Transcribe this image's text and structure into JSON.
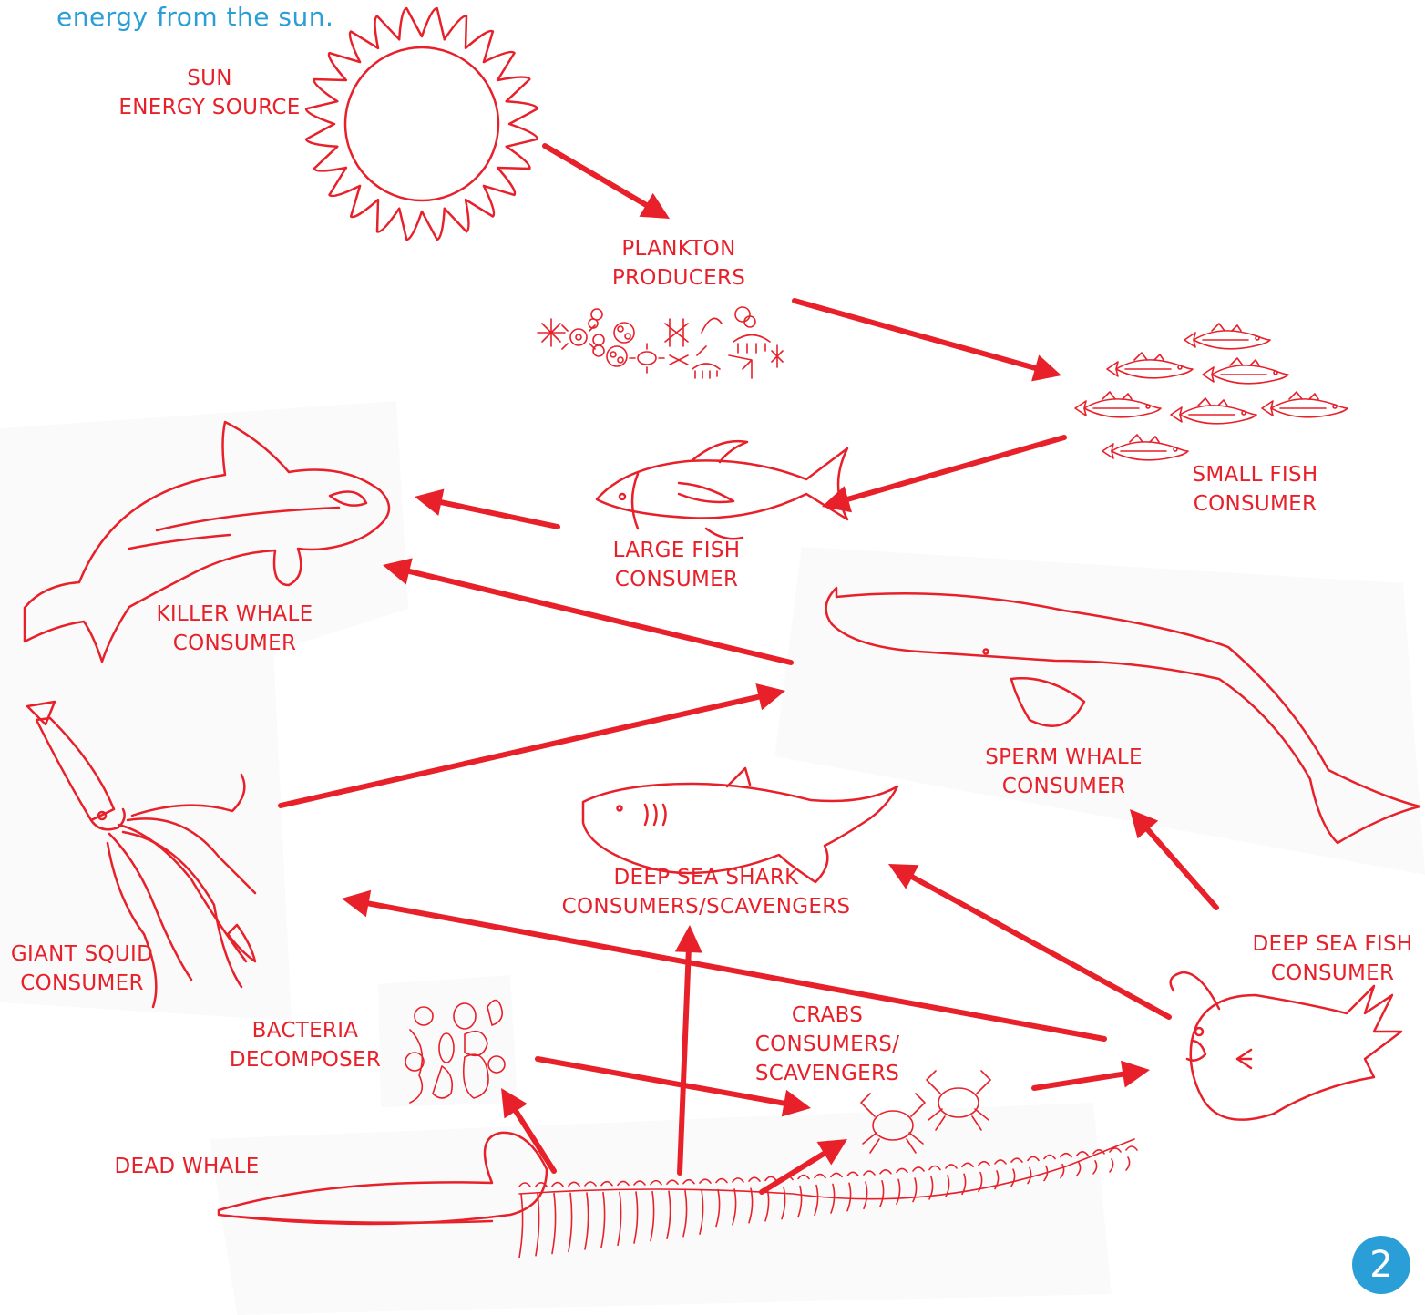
{
  "intro_text": "energy from the sun.",
  "colors": {
    "accent_red": "#e8202a",
    "intro_blue": "#2a9ed6",
    "background": "#ffffff"
  },
  "nodes": {
    "sun": {
      "line1": "SUN",
      "line2": "ENERGY SOURCE",
      "icon": "sun-icon"
    },
    "plankton": {
      "line1": "PLANKTON",
      "line2": "PRODUCERS",
      "icon": "plankton-icon"
    },
    "small_fish": {
      "line1": "SMALL FISH",
      "line2": "CONSUMER",
      "icon": "small-fish-school-icon"
    },
    "large_fish": {
      "line1": "LARGE FISH",
      "line2": "CONSUMER",
      "icon": "tuna-icon"
    },
    "killer_whale": {
      "line1": "KILLER WHALE",
      "line2": "CONSUMER",
      "icon": "orca-icon"
    },
    "sperm_whale": {
      "line1": "SPERM WHALE",
      "line2": "CONSUMER",
      "icon": "sperm-whale-icon"
    },
    "giant_squid": {
      "line1": "GIANT SQUID",
      "line2": "CONSUMER",
      "icon": "squid-icon"
    },
    "deep_sea_shark": {
      "line1": "DEEP SEA SHARK",
      "line2": "CONSUMERS/SCAVENGERS",
      "icon": "shark-icon"
    },
    "deep_sea_fish": {
      "line1": "DEEP SEA FISH",
      "line2": "CONSUMER",
      "icon": "anglerfish-icon"
    },
    "bacteria": {
      "line1": "BACTERIA",
      "line2": "DECOMPOSER",
      "icon": "bacteria-icon"
    },
    "crabs": {
      "line1": "CRABS",
      "line2": "CONSUMERS/",
      "line3": "SCAVENGERS",
      "icon": "crab-icon"
    },
    "dead_whale": {
      "line1": "DEAD WHALE",
      "icon": "whale-skeleton-icon"
    }
  },
  "edges": [
    {
      "from": "sun",
      "to": "plankton"
    },
    {
      "from": "plankton",
      "to": "small_fish"
    },
    {
      "from": "small_fish",
      "to": "large_fish"
    },
    {
      "from": "large_fish",
      "to": "killer_whale"
    },
    {
      "from": "sperm_whale",
      "to": "killer_whale"
    },
    {
      "from": "giant_squid",
      "to": "sperm_whale"
    },
    {
      "from": "deep_sea_fish",
      "to": "sperm_whale"
    },
    {
      "from": "deep_sea_fish",
      "to": "deep_sea_shark"
    },
    {
      "from": "deep_sea_fish",
      "to": "giant_squid"
    },
    {
      "from": "crabs",
      "to": "deep_sea_fish"
    },
    {
      "from": "bacteria",
      "to": "crabs"
    },
    {
      "from": "dead_whale",
      "to": "bacteria"
    },
    {
      "from": "dead_whale",
      "to": "deep_sea_shark"
    },
    {
      "from": "dead_whale",
      "to": "crabs"
    }
  ],
  "page_number": "2"
}
